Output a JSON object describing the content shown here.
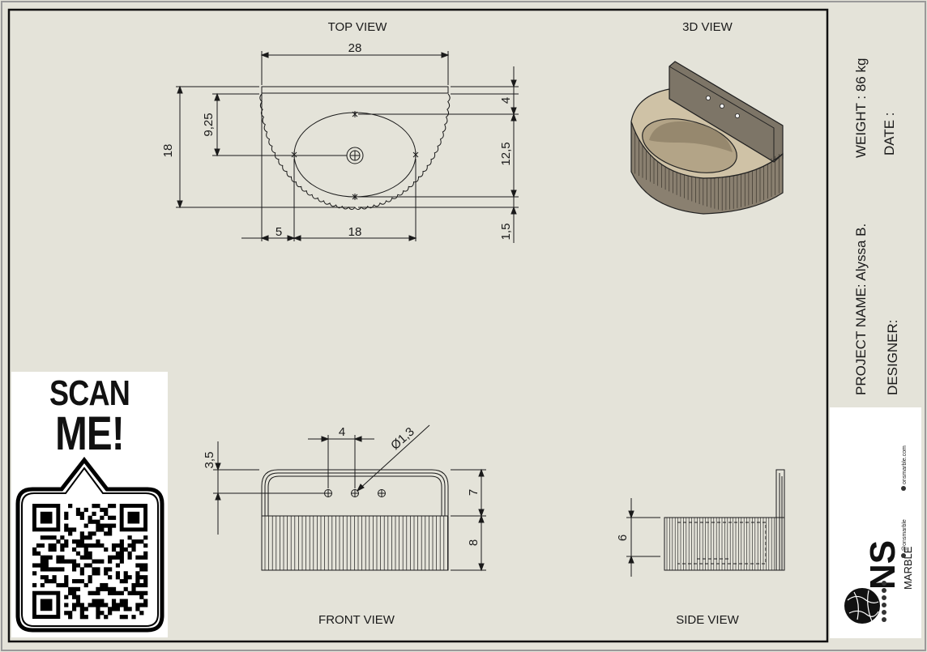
{
  "views": {
    "top": "TOP VIEW",
    "iso": "3D VIEW",
    "front": "FRONT VIEW",
    "side": "SIDE VIEW"
  },
  "dimensions": {
    "top_width": "28",
    "top_depth": "18",
    "top_offset_y": "9,25",
    "top_backsplash": "4",
    "top_bowl": "12,5",
    "top_front_lip": "1,5",
    "top_offset_x": "5",
    "top_bowl_width": "18",
    "front_hole_spacing": "4",
    "front_hole_diameter": "Ø1,3",
    "front_hole_height": "3,5",
    "front_upper": "7",
    "front_lower": "8",
    "side_height": "6"
  },
  "title_block": {
    "weight": "WEIGHT : 86 kg",
    "date": "DATE :",
    "project_name": "PROJECT NAME: Alyssa B.",
    "designer": "DESIGNER:"
  },
  "qr": {
    "line1": "SCAN",
    "line2": "ME!"
  },
  "brand": {
    "name": "NS",
    "sub": "MARBLE",
    "website": "onsmarble.com",
    "handle": "@onsmarble"
  },
  "colors": {
    "paper": "#e4e3d9",
    "line": "#1a1a1a",
    "stone_light": "#cfc2a6",
    "stone_dark": "#7a7062"
  }
}
